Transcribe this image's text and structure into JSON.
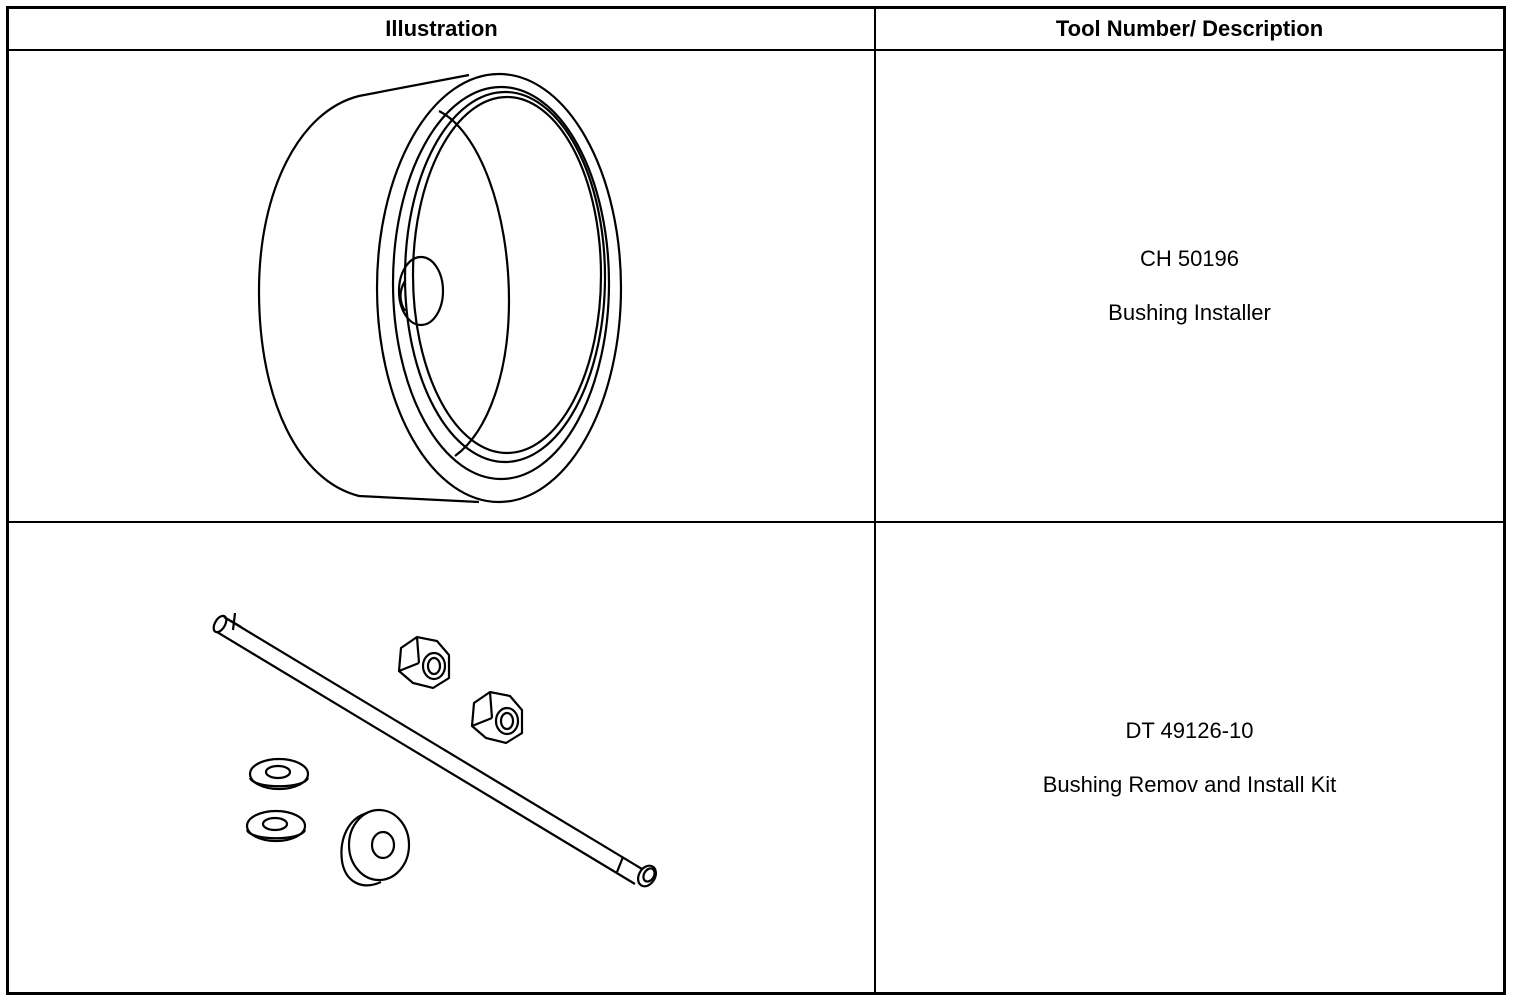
{
  "table": {
    "headers": {
      "illustration": "Illustration",
      "tool": "Tool Number/ Description"
    },
    "rows": [
      {
        "tool_number": "CH 50196",
        "description": "Bushing Installer",
        "illustration_icon": "bushing-installer-cup-icon"
      },
      {
        "tool_number": "DT 49126-10",
        "description": "Bushing Remov and Install Kit",
        "illustration_icon": "bushing-kit-icon"
      }
    ]
  }
}
